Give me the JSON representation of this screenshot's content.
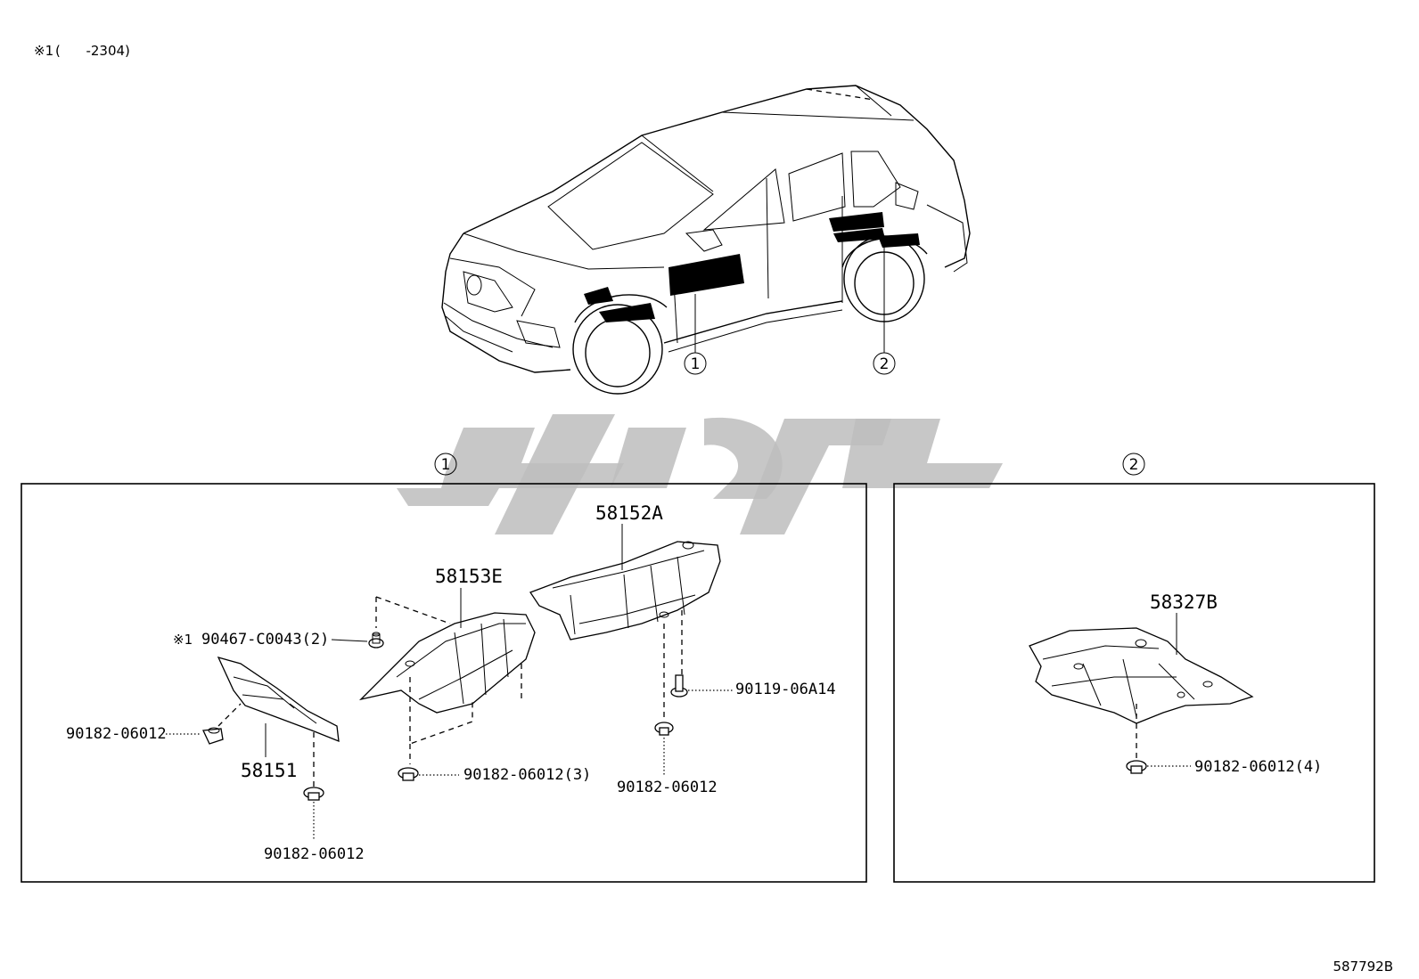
{
  "note": {
    "marker": "※1",
    "range": "(      -2304)"
  },
  "diagram_id": "587792B",
  "callouts": {
    "c1": "1",
    "c2": "2"
  },
  "panel1": {
    "label": "1",
    "parts": {
      "p58152A": "58152A",
      "p58153E": "58153E",
      "p58151": "58151",
      "clip_marker": "※1",
      "clip": "90467-C0043(2)",
      "bolt": "90119-06A14",
      "nut_left": "90182-06012",
      "nut_center": "90182-06012(3)",
      "nut_right": "90182-06012",
      "nut_bottom": "90182-06012"
    }
  },
  "panel2": {
    "label": "2",
    "parts": {
      "p58327B": "58327B",
      "nut": "90182-06012(4)"
    }
  },
  "colors": {
    "line": "#000000",
    "watermark": "#bdbdbd",
    "background": "#ffffff"
  }
}
